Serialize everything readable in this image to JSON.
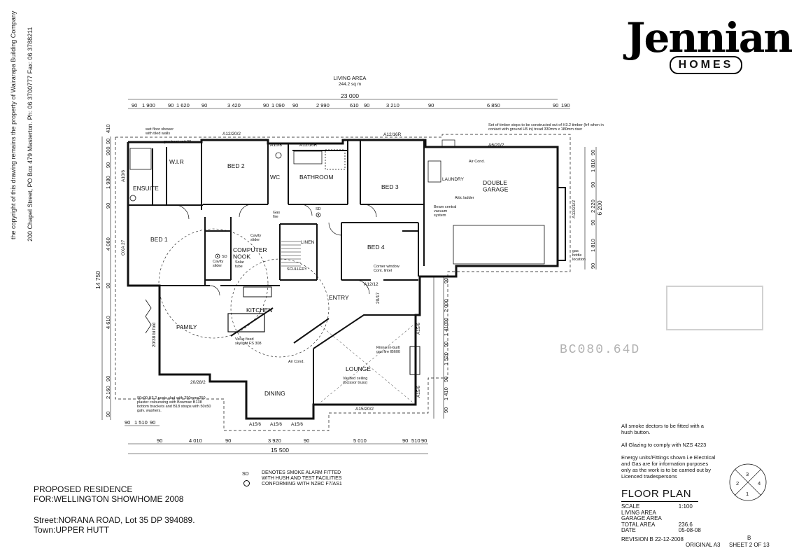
{
  "side_notes": {
    "copyright": "the copyright of this drawing remains the property of Wairarapa Building Company",
    "address": "200 Chapel Street, PO Box 479 Masterton. Ph: 06 3700777  Fax: 06 3788211"
  },
  "logo": {
    "word": "Jennian",
    "sub": "HOMES"
  },
  "living_area": {
    "label": "LIVING AREA",
    "value": "244.2 sq m"
  },
  "overall_dims": {
    "top": "23 000",
    "bottom": "15 500",
    "left": "14 750",
    "right_upper": "6 200"
  },
  "dims_top": [
    "90",
    "1 900",
    "90",
    "1 620",
    "90",
    "3 420",
    "90",
    "1 090",
    "90",
    "2 990",
    "610",
    "90",
    "3 210",
    "90",
    "6 850",
    "90",
    "190"
  ],
  "dims_bottom_1": [
    "90",
    "1 510",
    "90"
  ],
  "dims_bottom_2": [
    "90",
    "4 010",
    "90",
    "3 920",
    "90",
    "5 010",
    "90",
    "510",
    "90"
  ],
  "dims_left": [
    "410",
    "90",
    "900",
    "90",
    "1 980",
    "90",
    "4 060",
    "90",
    "4 610",
    "90",
    "2 160",
    "90"
  ],
  "dims_right": [
    "90",
    "1 810",
    "90",
    "2 220",
    "90",
    "1 810",
    "90",
    "90",
    "2 000",
    "90",
    "1 410",
    "90",
    "1 520",
    "90",
    "1 410",
    "90"
  ],
  "rooms": {
    "ensuite": "ENSUITE",
    "wir": "W.I.R",
    "bed2": "BED 2",
    "wc": "WC",
    "bathroom": "BATHROOM",
    "bed3": "BED 3",
    "laundry": "LAUNDRY",
    "garage": "DOUBLE\nGARAGE",
    "bed1": "BED 1",
    "computer": "COMPUTER\nNOOK",
    "linen": "LINEN",
    "bed4": "BED 4",
    "kitchen": "KITCHEN",
    "scullery": "SCULLERY",
    "entry": "ENTRY",
    "family": "FAMILY",
    "lounge": "LOUNGE",
    "dining": "DINING"
  },
  "windows": {
    "w1": "A12/20/2",
    "w2": "A10/8",
    "w3": "A12/16R",
    "w4": "A12/16R",
    "w5": "A6/20/2",
    "w6": "A10/6",
    "w7": "OXA 27",
    "w8": "A13/21/2",
    "w9": "A12/12",
    "w10": "20/17",
    "w11": "20/38 bi fold",
    "w12": "20/28/2",
    "w13": "A15/6",
    "w14": "A15/6",
    "w15": "A15/6",
    "w16": "A15/20/2",
    "w17": "A15/6",
    "w18": "A15/6"
  },
  "annotations": {
    "shower": "wet floor shower\nwith tiled walls",
    "gasheat": "gas heat unit 28",
    "timber_steps": "Set of timber steps to be constructed out of H3.2 timber (h4 when in\ncontact with ground H5 in) tread 330mm x 180mm riser",
    "aircond1": "Air Cond.",
    "aircond2": "Air Cond.",
    "attic": "Attic ladder",
    "vacuum": "Beam central\nvacuum\nsystem",
    "gasbottle": "gas\nbottle\nlocation",
    "cavity1": "Cavity\nslider",
    "cavity2": "Cavity\nslider",
    "solar": "Solar\ntube",
    "gasfire": "Gas\nfire",
    "corner_window": "Corner window\nCont. lintel",
    "skylight": "Velux fixed\nskylight FS 308",
    "rinnai": "Rinnai in-built\ngas fire IB600",
    "vaulted": "Vaulted ceiling\n(Scissor truss)",
    "posts": "90x90 H3.2 posts clad with 250mmx250\nplaster colourwing with Bowmac B138\nbottom brackets and B18 straps with 50x50\ngalv. washers."
  },
  "sd": {
    "mark": "SD",
    "legend": "DENOTES SMOKE ALARM FITTED\nWITH HUSH AND TEST FACILITIES\nCONFORMING WITH NZBC F7/AS1"
  },
  "project": {
    "line1": "PROPOSED RESIDENCE",
    "line2": "FOR:WELLINGTON SHOWHOME 2008",
    "street": "Street:NORANA ROAD, Lot 35 DP 394089.",
    "town": "Town:UPPER HUTT"
  },
  "notes": [
    "All smoke dectors to be fitted with a\nhush button.",
    "All Glazing to comply with NZS 4223",
    "Energy units/Fittings shown i.e Electrical\nand Gas are for information purposes\nonly as the work is to be carried out by\nLicenced tradespersons"
  ],
  "compass": [
    "3",
    "2",
    "4",
    "1"
  ],
  "title_block": {
    "title": "FLOOR PLAN",
    "rows": [
      {
        "k": "SCALE",
        "v": "1:100"
      },
      {
        "k": "LIVING AREA",
        "v": ""
      },
      {
        "k": "GARAGE AREA",
        "v": ""
      },
      {
        "k": "TOTAL AREA",
        "v": "236.6"
      },
      {
        "k": "DATE",
        "v": "05-08-08"
      }
    ],
    "revision": "REVISION B 22-12-2008",
    "rev_letter": "B",
    "original": "ORIGINAL A3",
    "sheet": "SHEET 2  OF 13"
  },
  "stamps": {
    "s1": "BC080.64D",
    "s2": "",
    "s3": ""
  }
}
